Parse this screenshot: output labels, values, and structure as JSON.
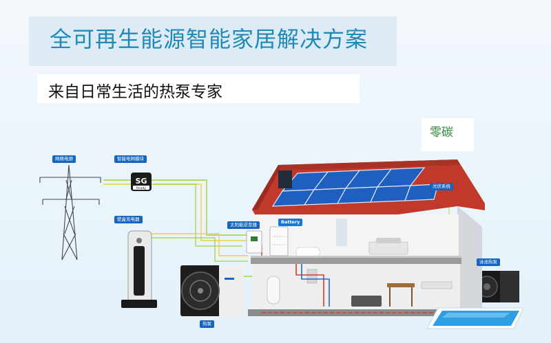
{
  "header": {
    "title": "全可再生能源智能家居解决方案",
    "subtitle": "来自日常生活的热泵专家",
    "tag": "零碳"
  },
  "labels": {
    "grid": "网络电源",
    "sg_module": "智能电网模块",
    "charger": "壁盒充电器",
    "inverter": "太阳能逆变器",
    "battery": "Battery",
    "pv_system": "光伏系统",
    "heat_pump": "热泵",
    "pool_heat_pump": "泳池热泵"
  },
  "sg_logo": {
    "big": "SG",
    "small": "Ready"
  },
  "colors": {
    "title": "#1f8ab7",
    "subtitle": "#111111",
    "tag": "#2f8a3a",
    "label_bg": "#1565c0",
    "link_green": "#9ed23a",
    "link_yellow": "#f4d03f",
    "roof": "#c0392b",
    "solar": "#1f5fbf"
  },
  "icons": [
    "power-tower-icon",
    "sg-ready-icon",
    "wallbox-charger-icon",
    "heat-pump-icon",
    "pool-heat-pump-icon",
    "house-cutaway-icon",
    "solar-panel-icon"
  ]
}
